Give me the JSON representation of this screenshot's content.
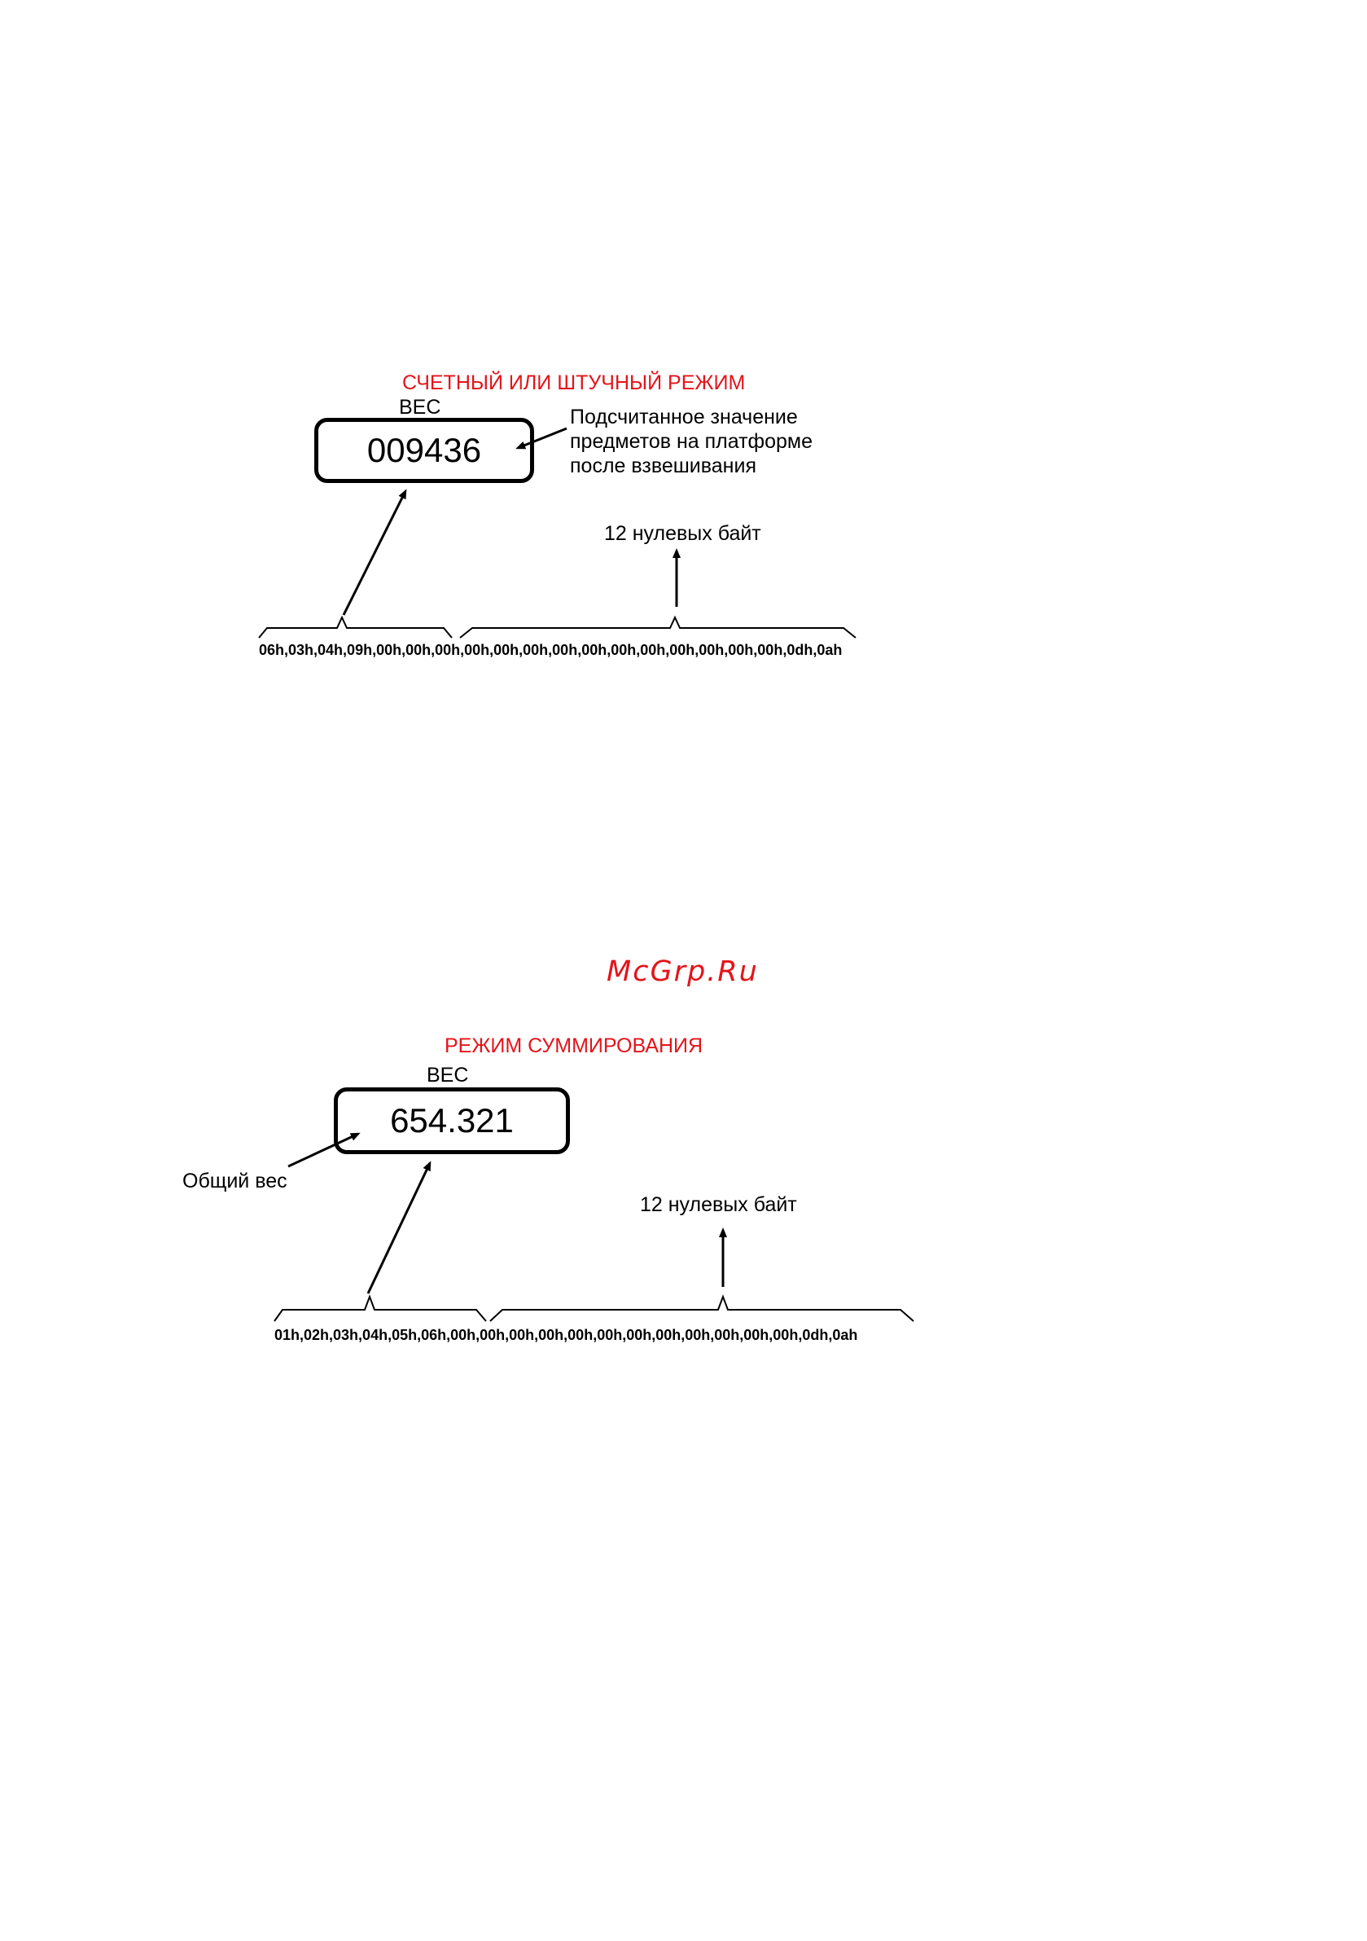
{
  "watermark": "McGrp.Ru",
  "colors": {
    "title_red": "#e4141b",
    "ink": "#000000",
    "background": "#ffffff"
  },
  "diagram_counting": {
    "title": "СЧЕТНЫЙ ИЛИ ШТУЧНЫЙ РЕЖИМ",
    "weight_label": "ВЕС",
    "display_value": "009436",
    "note": "Подсчитанное значение предметов на платформе после взвешивания",
    "zero_bytes_label": "12 нулевых байт",
    "byte_sequence": "06h,03h,04h,09h,00h,00h,00h,00h,00h,00h,00h,00h,00h,00h,00h,00h,00h,00h,0dh,0ah"
  },
  "diagram_sum": {
    "title": "РЕЖИМ СУММИРОВАНИЯ",
    "weight_label": "ВЕС",
    "display_value": "654.321",
    "note": "Общий вес",
    "zero_bytes_label": "12 нулевых байт",
    "byte_sequence": "01h,02h,03h,04h,05h,06h,00h,00h,00h,00h,00h,00h,00h,00h,00h,00h,00h,00h,0dh,0ah"
  }
}
